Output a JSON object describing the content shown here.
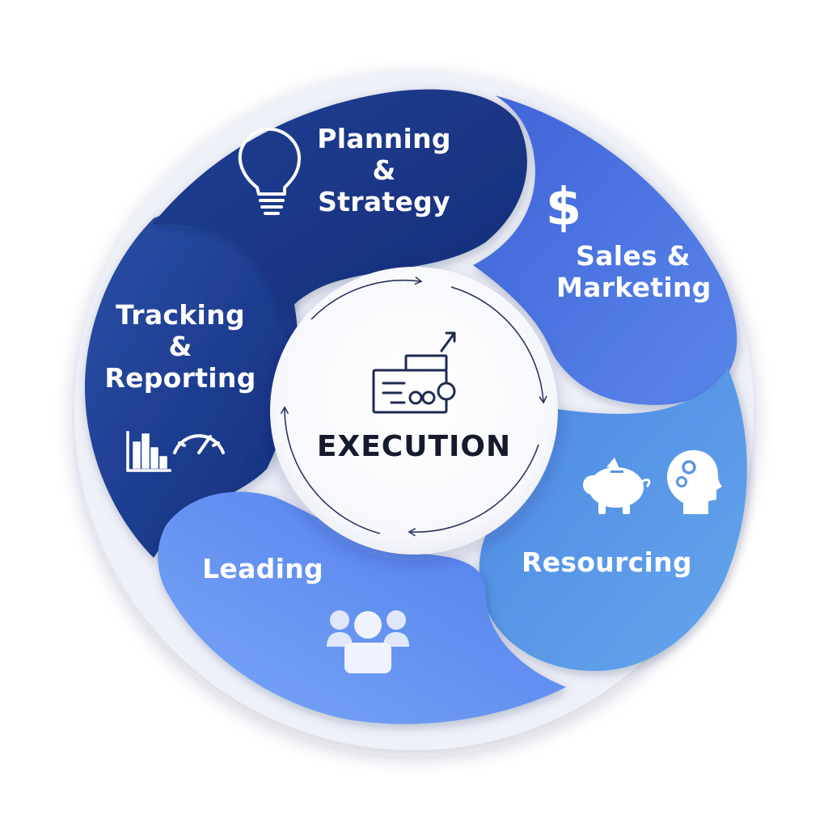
{
  "diagram": {
    "center": {
      "label": "EXECUTION"
    },
    "segments": [
      {
        "id": "planning",
        "lines": [
          "Planning",
          "&",
          "Strategy"
        ],
        "icon": "lightbulb-icon",
        "color": "#1d3a8c"
      },
      {
        "id": "sales",
        "lines": [
          "Sales &",
          "Marketing"
        ],
        "icon": "dollar-icon",
        "color": "#4a73e0"
      },
      {
        "id": "resourcing",
        "lines": [
          "Resourcing"
        ],
        "icons": [
          "piggy-bank-icon",
          "head-gears-icon"
        ],
        "color": "#5795e4"
      },
      {
        "id": "leading",
        "lines": [
          "Leading"
        ],
        "icon": "team-icon",
        "color": "#5f8cf0"
      },
      {
        "id": "tracking",
        "lines": [
          "Tracking",
          "&",
          "Reporting"
        ],
        "icons": [
          "bar-chart-icon",
          "gauge-icon"
        ],
        "color": "#1f3d8e"
      }
    ]
  }
}
